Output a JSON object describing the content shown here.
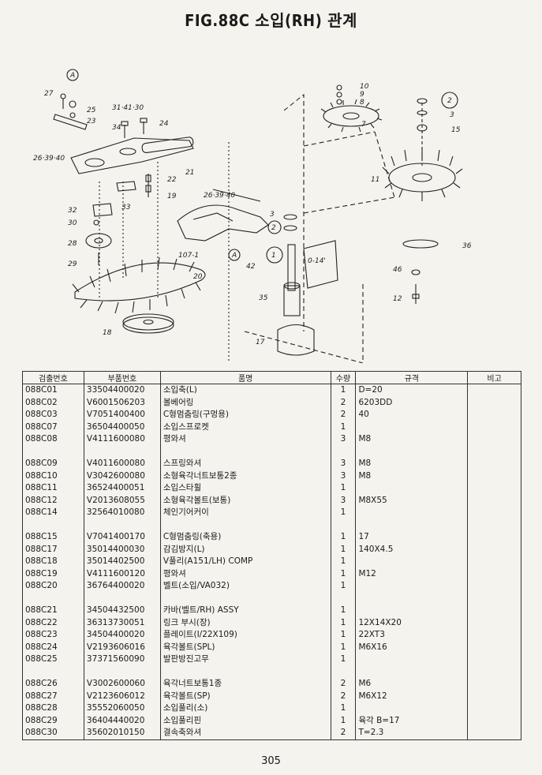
{
  "title": "FIG.88C 소입(RH) 관계",
  "diagram": {
    "callouts": {
      "c27": "27",
      "cA1": "A",
      "c25": "25",
      "c23": "23",
      "c31": "31·41·30",
      "c34": "34",
      "c24": "24",
      "c26": "26·39·40",
      "c21": "21",
      "c22": "22",
      "c19": "19",
      "c33": "33",
      "c32": "32",
      "c30": "30",
      "c28": "28",
      "c29": "29",
      "c20": "20",
      "c18": "18",
      "c26b": "26·39·40",
      "c107": "107-1",
      "cA2": "A",
      "c42": "42",
      "c3": "3",
      "c2": "2",
      "c1": "1",
      "c014": "0-14'",
      "c35": "35",
      "c17": "17",
      "c10": "10",
      "c9": "9",
      "c8": "8",
      "c7": "7",
      "c2r": "2",
      "c3r": "3",
      "c15": "15",
      "c11": "11",
      "c36": "36",
      "c46": "46",
      "c12": "12"
    }
  },
  "table": {
    "headers": [
      "검출번호",
      "부품번호",
      "품명",
      "수량",
      "규격",
      "비고"
    ],
    "rows": [
      {
        "ref": "088C01",
        "part": "33504400020",
        "name": "소입축(L)",
        "qty": "1",
        "spec": "D=20",
        "note": ""
      },
      {
        "ref": "088C02",
        "part": "V6001506203",
        "name": "볼베어링",
        "qty": "2",
        "spec": "6203DD",
        "note": ""
      },
      {
        "ref": "088C03",
        "part": "V7051400400",
        "name": "C형멈춤링(구멍용)",
        "qty": "2",
        "spec": "40",
        "note": ""
      },
      {
        "ref": "088C07",
        "part": "36504400050",
        "name": "소입스프로켓",
        "qty": "1",
        "spec": "",
        "note": ""
      },
      {
        "ref": "088C08",
        "part": "V4111600080",
        "name": "평와셔",
        "qty": "3",
        "spec": "M8",
        "note": ""
      },
      {
        "ref": "",
        "part": "",
        "name": "",
        "qty": "",
        "spec": "",
        "note": ""
      },
      {
        "ref": "088C09",
        "part": "V4011600080",
        "name": "스프링와셔",
        "qty": "3",
        "spec": "M8",
        "note": ""
      },
      {
        "ref": "088C10",
        "part": "V3042600080",
        "name": "소형육각너트보통2종",
        "qty": "3",
        "spec": "M8",
        "note": ""
      },
      {
        "ref": "088C11",
        "part": "36524400051",
        "name": "소입스타휠",
        "qty": "1",
        "spec": "",
        "note": ""
      },
      {
        "ref": "088C12",
        "part": "V2013608055",
        "name": "소형육각볼트(보통)",
        "qty": "3",
        "spec": "M8X55",
        "note": ""
      },
      {
        "ref": "088C14",
        "part": "32564010080",
        "name": "체인기어커이",
        "qty": "1",
        "spec": "",
        "note": ""
      },
      {
        "ref": "",
        "part": "",
        "name": "",
        "qty": "",
        "spec": "",
        "note": ""
      },
      {
        "ref": "088C15",
        "part": "V7041400170",
        "name": "C형멈춤링(축용)",
        "qty": "1",
        "spec": "17",
        "note": ""
      },
      {
        "ref": "088C17",
        "part": "35014400030",
        "name": "감김방지(L)",
        "qty": "1",
        "spec": "140X4.5",
        "note": ""
      },
      {
        "ref": "088C18",
        "part": "35014402500",
        "name": "V풀리(A151/LH) COMP",
        "qty": "1",
        "spec": "",
        "note": ""
      },
      {
        "ref": "088C19",
        "part": "V4111600120",
        "name": "평와셔",
        "qty": "1",
        "spec": "M12",
        "note": ""
      },
      {
        "ref": "088C20",
        "part": "36764400020",
        "name": "벨트(소입/VA032)",
        "qty": "1",
        "spec": "",
        "note": ""
      },
      {
        "ref": "",
        "part": "",
        "name": "",
        "qty": "",
        "spec": "",
        "note": ""
      },
      {
        "ref": "088C21",
        "part": "34504432500",
        "name": "카바(벨트/RH) ASSY",
        "qty": "1",
        "spec": "",
        "note": ""
      },
      {
        "ref": "088C22",
        "part": "36313730051",
        "name": "링크 부시(장)",
        "qty": "1",
        "spec": "12X14X20",
        "note": ""
      },
      {
        "ref": "088C23",
        "part": "34504400020",
        "name": "플레이트(I/22X109)",
        "qty": "1",
        "spec": "22XT3",
        "note": ""
      },
      {
        "ref": "088C24",
        "part": "V2193606016",
        "name": "육각볼트(SPL)",
        "qty": "1",
        "spec": "M6X16",
        "note": ""
      },
      {
        "ref": "088C25",
        "part": "37371560090",
        "name": "발판방진고무",
        "qty": "1",
        "spec": "",
        "note": ""
      },
      {
        "ref": "",
        "part": "",
        "name": "",
        "qty": "",
        "spec": "",
        "note": ""
      },
      {
        "ref": "088C26",
        "part": "V3002600060",
        "name": "육각너트보통1종",
        "qty": "2",
        "spec": "M6",
        "note": ""
      },
      {
        "ref": "088C27",
        "part": "V2123606012",
        "name": "육각볼트(SP)",
        "qty": "2",
        "spec": "M6X12",
        "note": ""
      },
      {
        "ref": "088C28",
        "part": "35552060050",
        "name": "소입풀리(소)",
        "qty": "1",
        "spec": "",
        "note": ""
      },
      {
        "ref": "088C29",
        "part": "36404440020",
        "name": "소입풀리핀",
        "qty": "1",
        "spec": "육각 B=17",
        "note": ""
      },
      {
        "ref": "088C30",
        "part": "35602010150",
        "name": "결속축와셔",
        "qty": "2",
        "spec": "T=2.3",
        "note": ""
      }
    ]
  },
  "page_number": "305"
}
